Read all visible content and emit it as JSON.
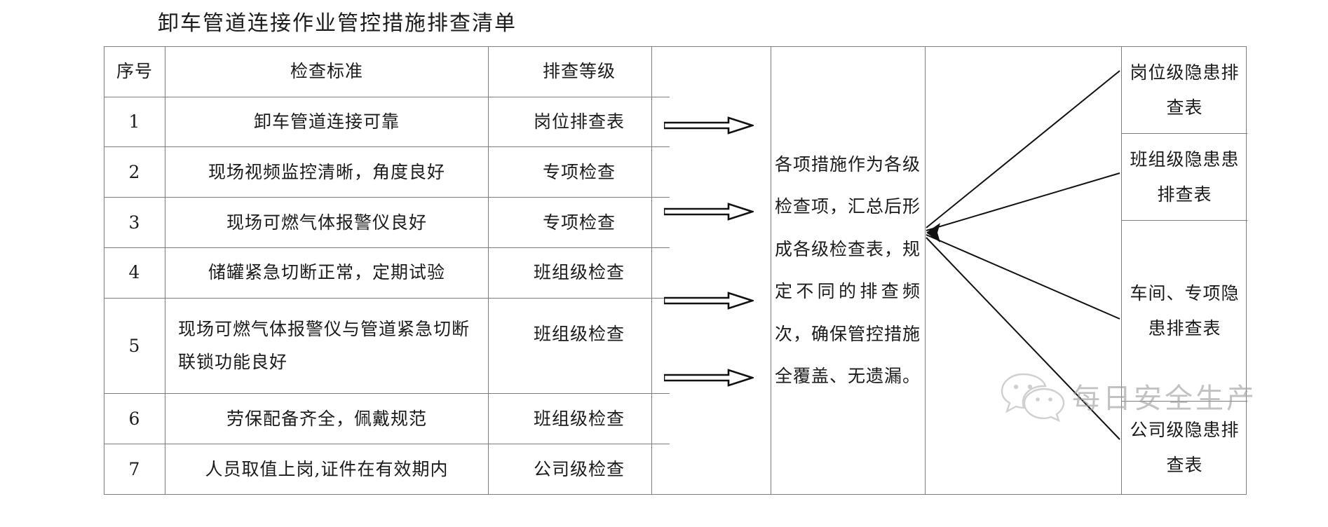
{
  "title": "卸车管道连接作业管控措施排查清单",
  "table": {
    "headers": {
      "no": "序号",
      "standard": "检查标准",
      "level": "排查等级"
    },
    "rows": [
      {
        "no": "1",
        "standard": "卸车管道连接可靠",
        "level": "岗位排查表"
      },
      {
        "no": "2",
        "standard": "现场视频监控清晰，角度良好",
        "level": "专项检查"
      },
      {
        "no": "3",
        "standard": "现场可燃气体报警仪良好",
        "level": "专项检查"
      },
      {
        "no": "4",
        "standard": "储罐紧急切断正常，定期试验",
        "level": "班组级检查"
      },
      {
        "no": "5",
        "standard": "现场可燃气体报警仪与管道紧急切断联锁功能良好",
        "level": "班组级检查"
      },
      {
        "no": "6",
        "standard": "劳保配备齐全，佩戴规范",
        "level": "班组级检查"
      },
      {
        "no": "7",
        "standard": "人员取值上岗,证件在有效期内",
        "level": "公司级检查"
      }
    ]
  },
  "center": {
    "text": "各项措施作为各级检查项，汇总后形成各级检查表，规定不同的排查频次，确保管控措施全覆盖、无遗漏。"
  },
  "outputs": [
    {
      "label": "岗位级隐患排查表"
    },
    {
      "label": "班组级隐患患排查表"
    },
    {
      "label": "车间、专项隐 患排查表"
    },
    {
      "label": "公司级隐患排查表"
    }
  ],
  "watermark": {
    "text": "每日安全生产",
    "icon": "wechat-icon"
  },
  "colors": {
    "line": "#7c7c7c",
    "text": "#1b1b1b",
    "watermark": "#9d9d9d",
    "background": "#ffffff"
  }
}
